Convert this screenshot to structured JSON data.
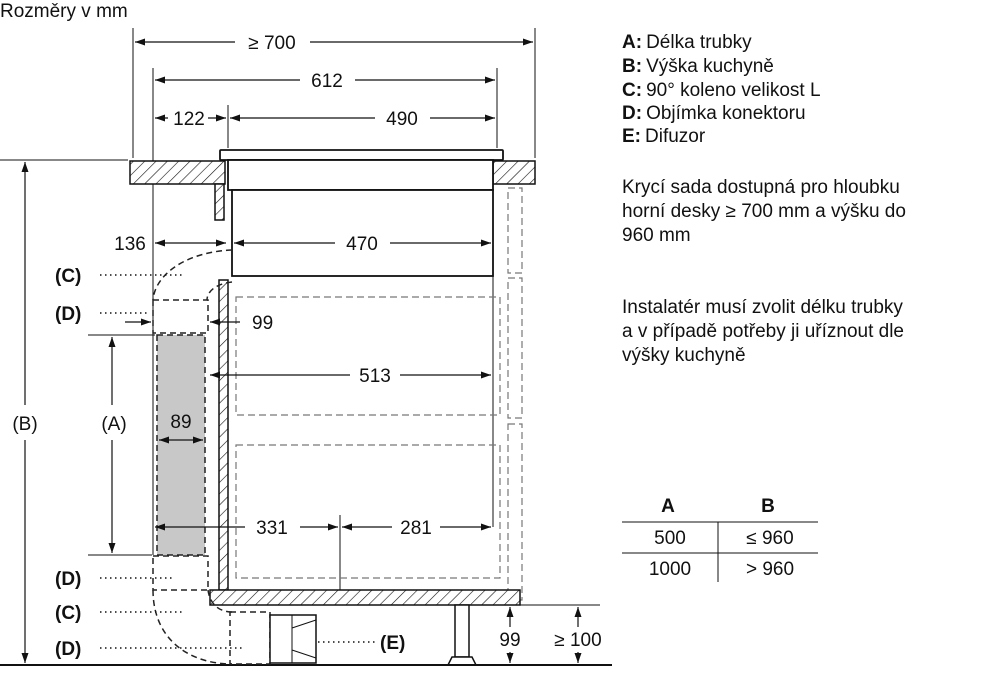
{
  "title": "Rozměry v mm",
  "dimensions": {
    "overall_depth": "≥ 700",
    "hob_width": "612",
    "offset_left": "122",
    "hob_inner": "490",
    "duct_offset": "136",
    "body_depth": "470",
    "connector_gap": "99",
    "wall_to_back": "513",
    "duct_width": "89",
    "leg_to_mid": "331",
    "mid_to_back": "281",
    "plinth_height": "99",
    "plinth_min": "≥ 100",
    "dim_A": "(A)",
    "dim_B": "(B)"
  },
  "callouts": [
    "(C)",
    "(D)",
    "(D)",
    "(C)",
    "(D)",
    "(E)"
  ],
  "legend": [
    {
      "key": "A:",
      "text": "Délka trubky"
    },
    {
      "key": "B:",
      "text": "Výška kuchyně"
    },
    {
      "key": "C:",
      "text": "90° koleno velikost L"
    },
    {
      "key": "D:",
      "text": "Objímka konektoru"
    },
    {
      "key": "E:",
      "text": "Difuzor"
    }
  ],
  "note1": [
    "Krycí sada dostupná pro hloubku",
    "horní desky ≥ 700 mm a výšku do",
    "960 mm"
  ],
  "note2": [
    "Instalatér musí zvolit délku trubky",
    "a v případě potřeby ji uříznout dle",
    "výšky kuchyně"
  ],
  "table": {
    "headers": [
      "A",
      "B"
    ],
    "rows": [
      [
        "500",
        "≤ 960"
      ],
      [
        "1000",
        "> 960"
      ]
    ]
  }
}
